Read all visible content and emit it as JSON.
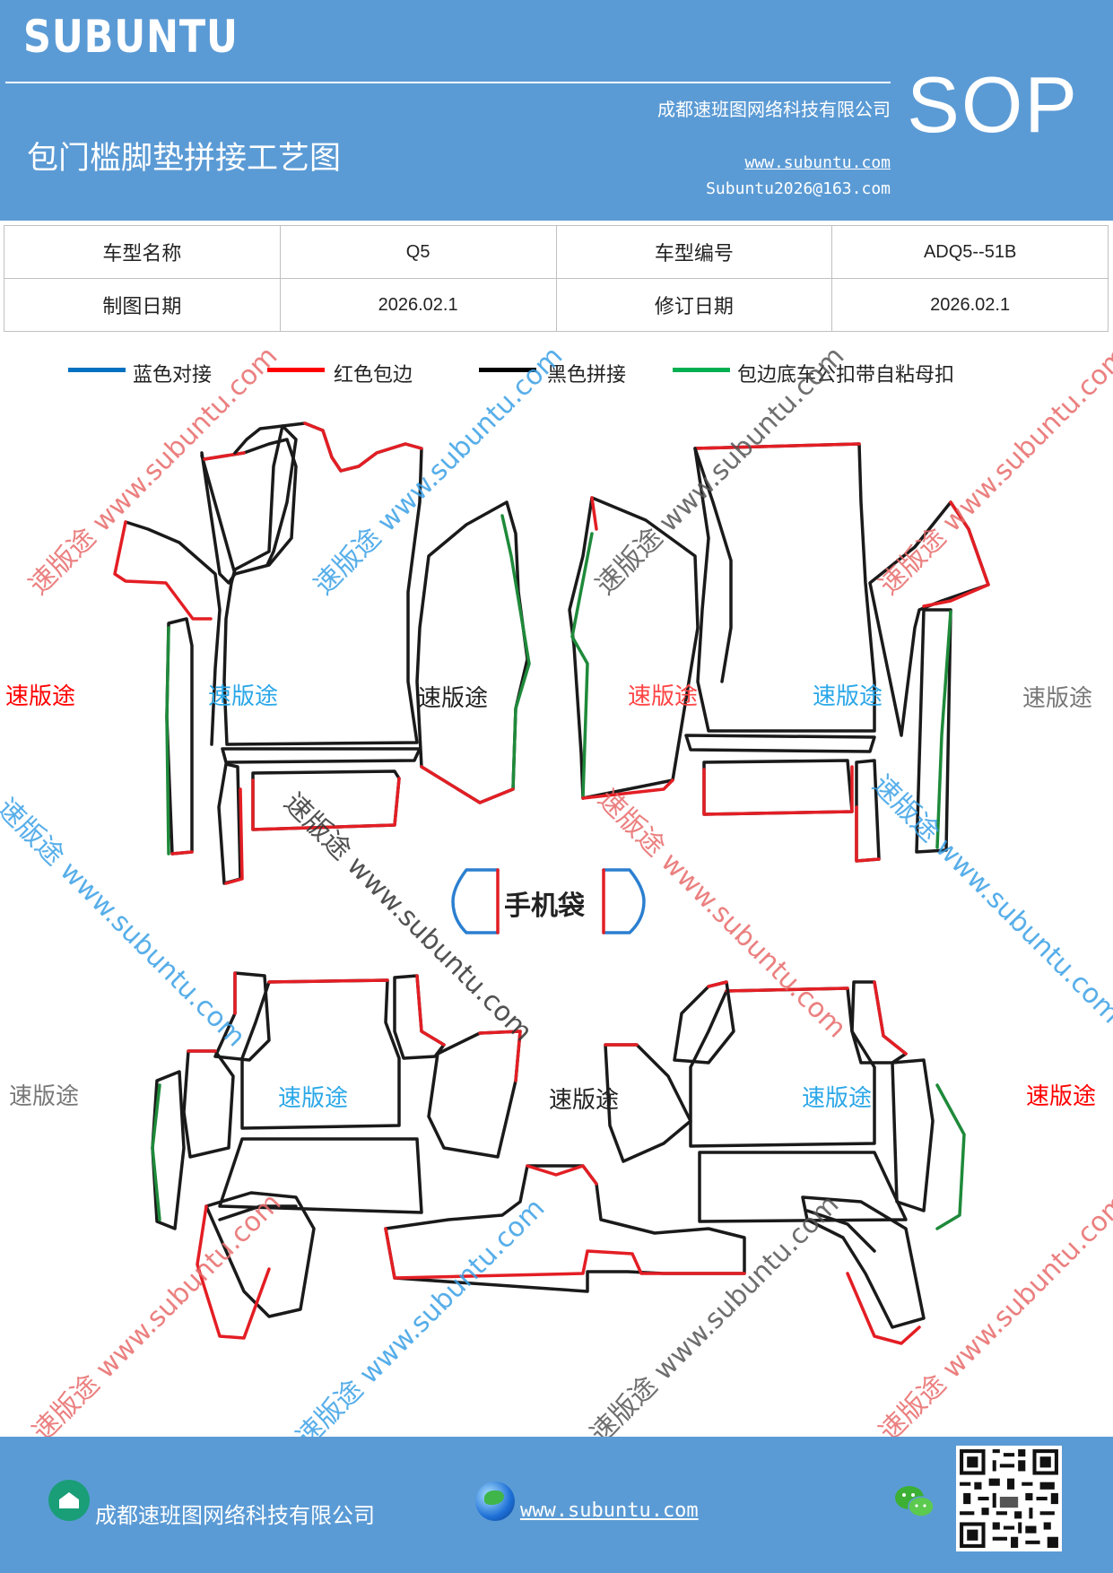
{
  "header": {
    "brand": "SUBUNTU",
    "title": "包门槛脚垫拼接工艺图",
    "company": "成都速班图网络科技有限公司",
    "website": "www.subuntu.com",
    "email": "Subuntu2026@163.com",
    "badge": "SOP",
    "colors": {
      "background": "#5b9bd5",
      "text": "#ffffff"
    }
  },
  "info_table": {
    "rows": [
      [
        "车型名称",
        "Q5",
        "车型编号",
        "ADQ5--51B"
      ],
      [
        "制图日期",
        "2026.02.1",
        "修订日期",
        "2026.02.1"
      ]
    ]
  },
  "legend": [
    {
      "label": "蓝色对接",
      "color": "#0070c0"
    },
    {
      "label": "红色包边",
      "color": "#ff0000"
    },
    {
      "label": "黑色拼接",
      "color": "#000000"
    },
    {
      "label": "包边底车公扣带自粘母扣",
      "color": "#00b050"
    }
  ],
  "diagram": {
    "phone_pocket_label": "手机袋",
    "part_labels": [
      {
        "text": "速版途",
        "color": "#ff0000"
      },
      {
        "text": "速版途",
        "color": "#2aa7e8"
      },
      {
        "text": "速版途",
        "color": "#222222"
      },
      {
        "text": "速版途",
        "color": "#ff4444"
      },
      {
        "text": "速版途",
        "color": "#2aa7e8"
      },
      {
        "text": "速版途",
        "color": "#777777"
      },
      {
        "text": "速版途",
        "color": "#777777"
      },
      {
        "text": "速版途",
        "color": "#2aa7e8"
      },
      {
        "text": "速版途",
        "color": "#222222"
      },
      {
        "text": "速版途",
        "color": "#2aa7e8"
      },
      {
        "text": "速版途",
        "color": "#ff0000"
      }
    ],
    "watermark_text": "速版途 www.subuntu.com",
    "line_colors": {
      "red": "#e31e24",
      "black": "#1a1a1a",
      "green": "#1e8a3a",
      "blue": "#2b7fd0"
    }
  },
  "footer": {
    "company": "成都速班图网络科技有限公司",
    "website": "www.subuntu.com"
  }
}
